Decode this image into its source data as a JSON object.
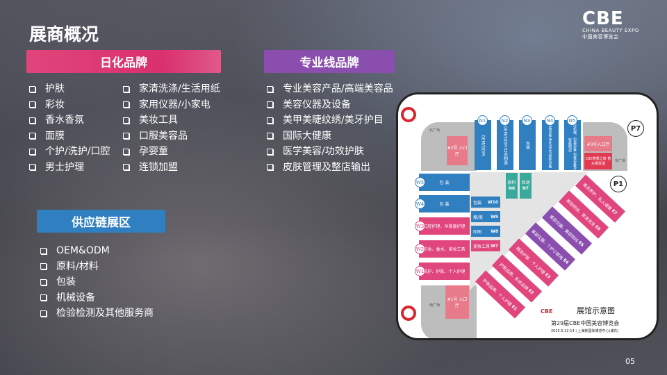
{
  "title": "展商概况",
  "logo": {
    "brand": "CBE",
    "sub_en": "CHINA BEAUTY EXPO",
    "sub_cn": "中国美容博览会"
  },
  "sections": {
    "daily": {
      "label": "日化品牌",
      "col1": [
        "护肤",
        "彩妆",
        "香水香氛",
        "面膜",
        "个护/洗护/口腔",
        "男士护理"
      ],
      "col2": [
        "家清洗涤/生活用纸",
        "家用仪器/小家电",
        "美妆工具",
        "口服美容品",
        "孕婴童",
        "连锁加盟"
      ]
    },
    "pro": {
      "label": "专业线品牌",
      "items": [
        "专业美容产品/高端美容品",
        "美容仪器及设备",
        "美甲美睫纹绣/美牙护目",
        "国际大健康",
        "医学美容/功效护肤",
        "皮肤管理及整店输出"
      ]
    },
    "supply": {
      "label": "供应链展区",
      "items": [
        "OEM&ODM",
        "原料/材料",
        "包装",
        "机械设备",
        "检验检测及其他服务商"
      ]
    }
  },
  "map": {
    "north": [
      {
        "id": "N1",
        "text": "OEM/ODM"
      },
      {
        "id": "N2",
        "text": "OEM/ODM 日本制造"
      },
      {
        "id": "N3",
        "text": "包装"
      },
      {
        "id": "N4",
        "text": "包装设备 净化/充化/搅拌设备"
      },
      {
        "id": "N5",
        "text": "国际机械、包装设备 包装设备及智能制造"
      }
    ],
    "west": [
      {
        "id": "W5",
        "text": "包 装"
      },
      {
        "id": "W4",
        "text": "包 装"
      },
      {
        "id": "W3",
        "text": "口腔护理、孕婴童护理"
      },
      {
        "id": "W2",
        "text": "彩妆、香水、美妆工具"
      },
      {
        "id": "W1",
        "text": "洗护、护肤、个人护理"
      }
    ],
    "inner": [
      {
        "id": "W10",
        "text": "包装"
      },
      {
        "id": "W9",
        "text": "瓶/盖"
      },
      {
        "id": "W8",
        "text": "印刷"
      },
      {
        "id": "W7",
        "text": "美妆工具"
      },
      {
        "id": "N6",
        "text": "原料"
      },
      {
        "id": "N7",
        "text": "检测"
      }
    ],
    "east": [
      {
        "id": "E1",
        "text": "护肤品牌、个人护理"
      },
      {
        "id": "E2",
        "text": "护肤品牌、彩妆品牌"
      },
      {
        "id": "E3",
        "text": "精选护肤、个人护理"
      },
      {
        "id": "E4",
        "text": "美容仪器、个护小家电"
      },
      {
        "id": "E5",
        "text": "美容仪器、美容院线"
      },
      {
        "id": "E6",
        "text": "美容院线、家清洗涤"
      },
      {
        "id": "E7",
        "text": "美发养护、私人健康"
      }
    ],
    "entrances": {
      "e2": "#2号 入口厅",
      "e1": "#1号 入口厅",
      "e3": "#3号入口厅",
      "fragrance": "CBE香香之旅 香水香氛馆",
      "north_plaza": "北广场",
      "south_plaza": "南广场",
      "east_plaza": "东广场"
    },
    "parking": [
      "P7",
      "P1"
    ],
    "map_title": "展馆示意图",
    "event": "第29届CBE中国美容博览会",
    "date_venue": "2025.5.12-14 | 上海新国际博览中心(浦东)"
  },
  "page_number": "05"
}
